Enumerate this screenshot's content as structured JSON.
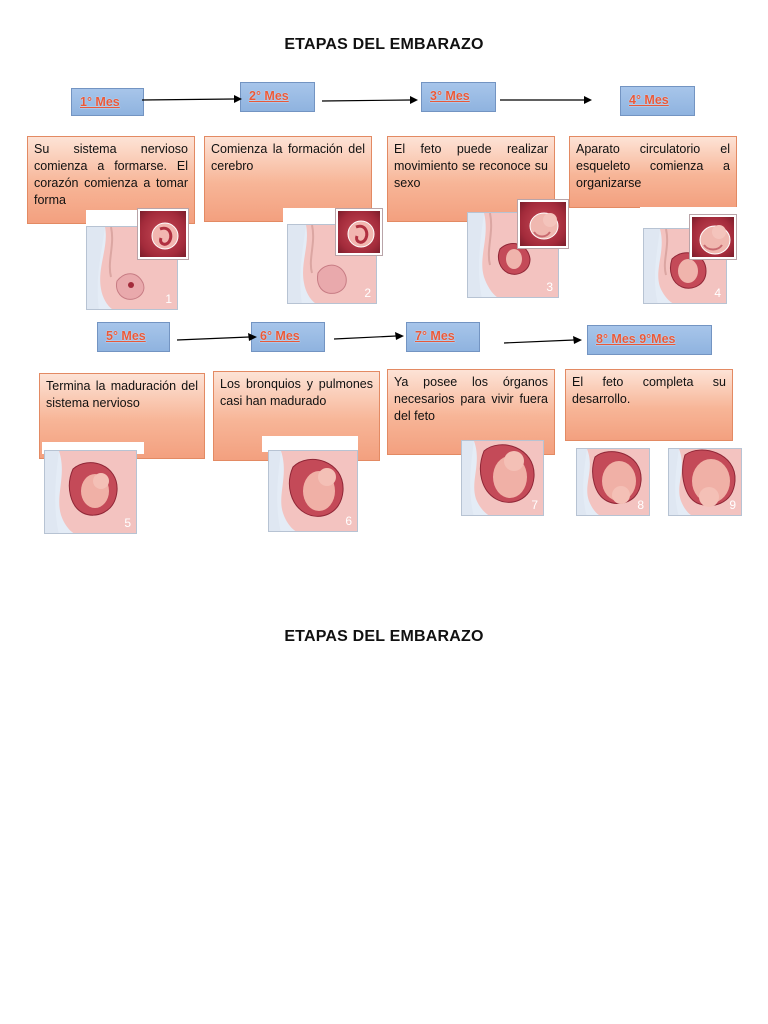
{
  "title_top": "ETAPAS DEL EMBARAZO",
  "title_bottom": "ETAPAS DEL EMBARAZO",
  "months": [
    {
      "label": "1° Mes",
      "text": "Su sistema nervioso comienza a formarse. El corazón comienza a tomar forma",
      "illustration_number": "1"
    },
    {
      "label": "2° Mes",
      "text": "Comienza la formación del cerebro",
      "illustration_number": "2"
    },
    {
      "label": "3° Mes",
      "text": "El feto puede realizar movimiento se reconoce su sexo",
      "illustration_number": "3"
    },
    {
      "label": "4° Mes",
      "text": "Aparato circulatorio el esqueleto comienza a organizarse",
      "illustration_number": "4"
    },
    {
      "label": "5° Mes",
      "text": "Termina la maduración del sistema nervioso",
      "illustration_number": "5"
    },
    {
      "label": "6° Mes",
      "text": "Los bronquios y pulmones casi han madurado",
      "illustration_number": "6"
    },
    {
      "label": "7° Mes",
      "text": "Ya posee los órganos necesarios para vivir fuera del feto",
      "illustration_number": "7"
    },
    {
      "label": "8° Mes 9°Mes",
      "text": "El feto completa su desarrollo.",
      "illustration_number": "8",
      "illustration_number_2": "9"
    }
  ],
  "colors": {
    "month_box": "#8fb3df",
    "month_text": "#e8593a",
    "description_box": "#f7b597",
    "illustration_bg": "#e4ecf6",
    "body_tissue": "#f3c3c0",
    "womb": "#b7394a",
    "fetus": "#e8a59c"
  }
}
